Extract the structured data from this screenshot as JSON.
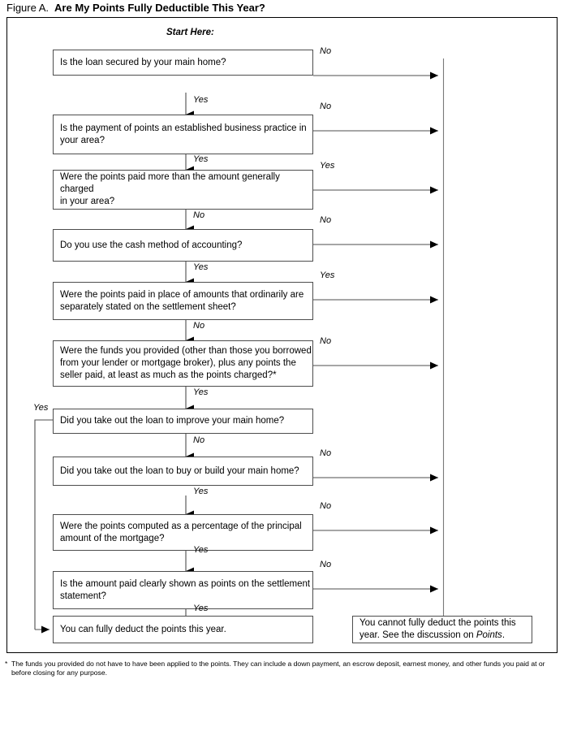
{
  "figure": {
    "label": "Figure A.",
    "heading": "Are My Points Fully Deductible This Year?"
  },
  "start_label": "Start Here:",
  "nodes": {
    "q1": "Is the loan secured by your main home?",
    "q2": "Is the payment of points an established business practice in\nyour area?",
    "q3": "Were the points paid more than the amount generally charged\nin your area?",
    "q4": "Do you use the cash method of accounting?",
    "q5": "Were the points paid in place of amounts that ordinarily are\nseparately stated on the settlement sheet?",
    "q6": "Were the funds you provided (other than those you borrowed\nfrom your lender or mortgage broker), plus any points the\nseller paid, at least as much as the points charged?*",
    "q7": "Did you take out the loan to improve your main home?",
    "q8": "Did you take out the loan to buy or build your main home?",
    "q9": "Were the points computed as a percentage of the principal\namount of the mortgage?",
    "q10": "Is the amount paid clearly shown as points on the settlement\nstatement?",
    "yes_outcome": "You can fully deduct the points this year.",
    "no_outcome_1": "You cannot fully deduct the points this",
    "no_outcome_2": "year. See the discussion on ",
    "no_outcome_italic": "Points",
    "no_outcome_3": "."
  },
  "edges": {
    "q1_no": "No",
    "q1_yes": "Yes",
    "q2_no": "No",
    "q2_yes": "Yes",
    "q3_yes": "Yes",
    "q3_no": "No",
    "q4_no": "No",
    "q4_yes": "Yes",
    "q5_yes": "Yes",
    "q5_no": "No",
    "q6_no": "No",
    "q6_yes": "Yes",
    "q7_yes": "Yes",
    "q7_no": "No",
    "q8_no": "No",
    "q8_yes": "Yes",
    "q9_no": "No",
    "q9_yes": "Yes",
    "q10_no": "No",
    "q10_yes": "Yes"
  },
  "footnote": {
    "marker": "*",
    "text": "The funds you provided do not have to have been applied to the points. They can include a down payment, an escrow deposit, earnest money, and other funds you paid at or before closing for any purpose."
  },
  "colors": {
    "line": "#4d4d4d",
    "arrow": "#000000",
    "frame": "#000000",
    "background": "#ffffff"
  }
}
